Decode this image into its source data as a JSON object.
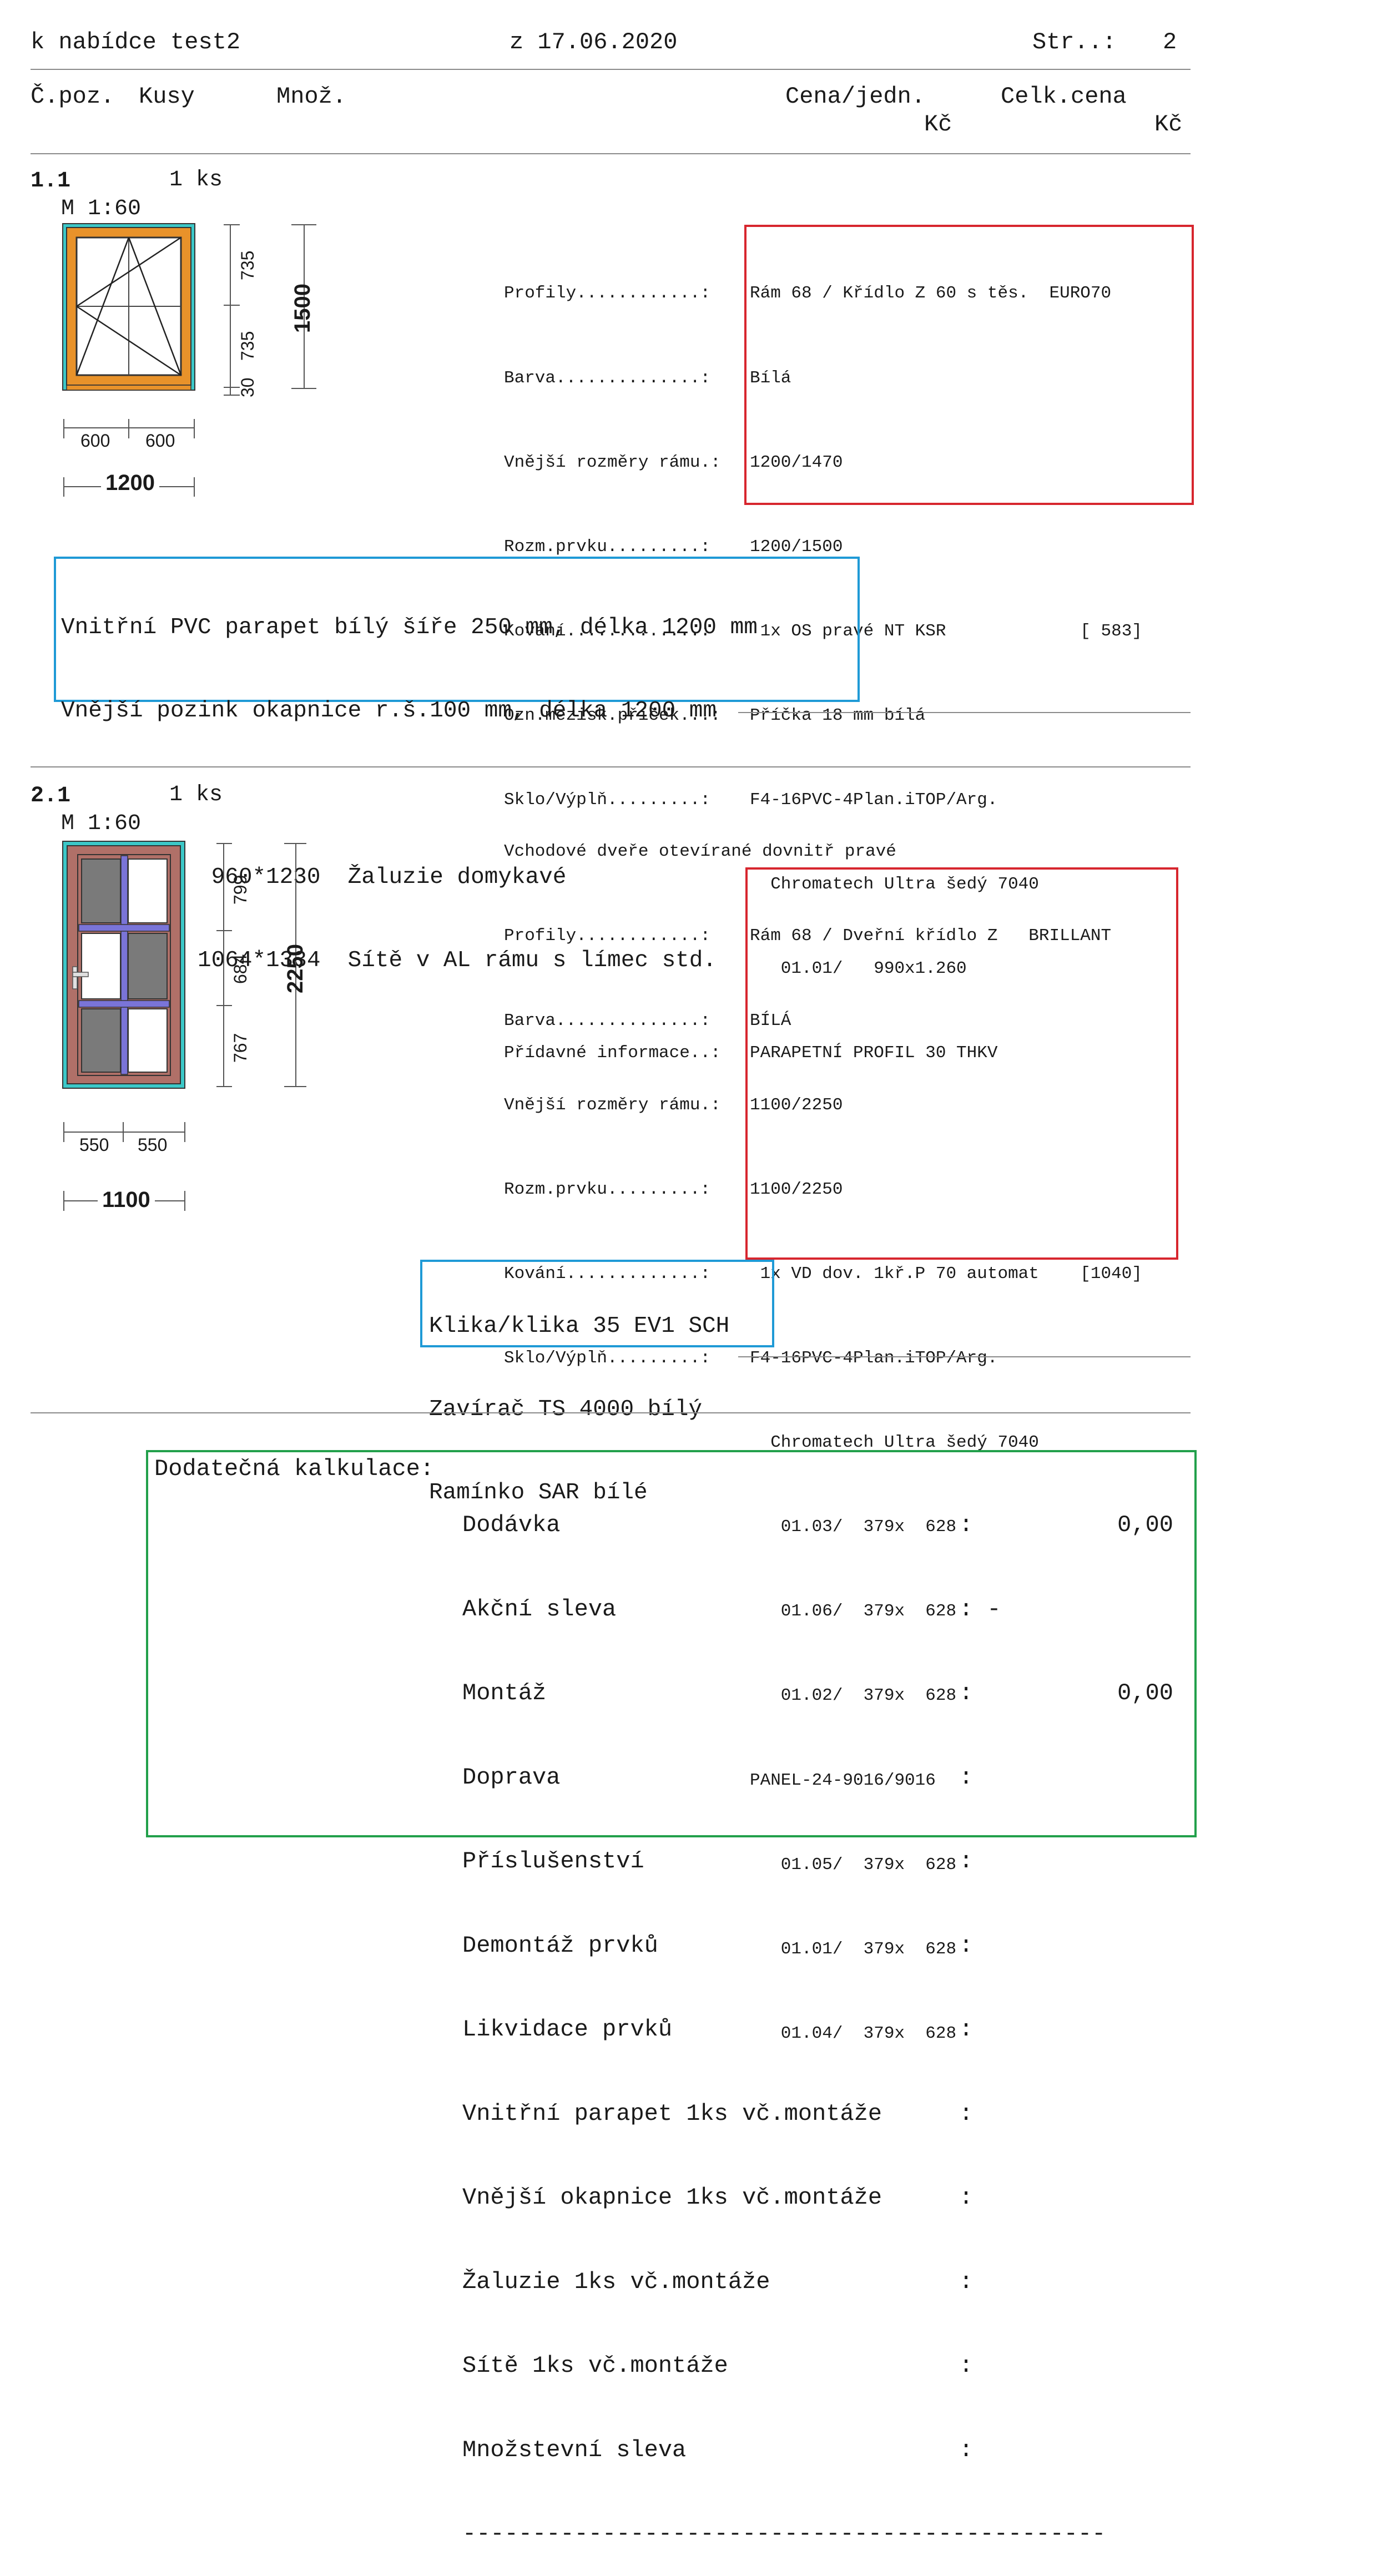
{
  "header": {
    "offer": "k nabídce test2",
    "date": "z 17.06.2020",
    "page_label": "Str..:",
    "page_number": "2"
  },
  "columns": {
    "pos": "Č.poz.",
    "pieces": "Kusy",
    "quantity": "Množ.",
    "unit_price": "Cena/jedn.",
    "unit_price_currency": "Kč",
    "total_price": "Celk.cena",
    "total_price_currency": "Kč"
  },
  "items": [
    {
      "pos": "1.1",
      "qty": "1 ks",
      "scale": "M 1:60",
      "dims": {
        "top": "735",
        "bottom": "735",
        "sill": "30",
        "height": "1500",
        "left": "600",
        "right": "600",
        "width": "1200"
      },
      "specs": [
        {
          "label": "Profily............:",
          "value": "Rám 68 / Křídlo Z 60 s těs.  EURO70"
        },
        {
          "label": "Barva..............:",
          "value": "Bílá"
        },
        {
          "label": "Vnější rozměry rámu.:",
          "value": "1200/1470"
        },
        {
          "label": "Rozm.prvku.........:",
          "value": "1200/1500"
        },
        {
          "label": "Kování.............:",
          "value": " 1x OS pravé NT KSR             [ 583]"
        },
        {
          "label": "Ozn.mezisk.příček...:",
          "value": "Příčka 18 mm bílá"
        },
        {
          "label": "Sklo/Výplň.........:",
          "value": "F4-16PVC-4Plan.iTOP/Arg."
        },
        {
          "label": "",
          "value": "  Chromatech Ultra šedý 7040"
        },
        {
          "label": "",
          "value": "   01.01/   990x1.260"
        },
        {
          "label": "Přídavné informace..:",
          "value": "PARAPETNÍ PROFIL 30 THKV"
        }
      ],
      "notes": [
        "Vnitřní PVC parapet bílý šíře 250 mm, délka 1200 mm",
        "Vnější pozink okapnice r.š.100 mm, délka 1200 mm",
        "",
        "           960*1230  Žaluzie domykavé",
        "          1064*1334  Sítě v AL rámu s límec std."
      ]
    },
    {
      "pos": "2.1",
      "qty": "1 ks",
      "scale": "M 1:60",
      "title": "Vchodové dveře otevírané dovnitř pravé",
      "dims": {
        "top": "799",
        "middle": "684",
        "bottom": "767",
        "height": "2250",
        "left": "550",
        "right": "550",
        "width": "1100"
      },
      "specs": [
        {
          "label": "Profily............:",
          "value": "Rám 68 / Dveřní křídlo Z   BRILLANT"
        },
        {
          "label": "Barva..............:",
          "value": "BÍLÁ"
        },
        {
          "label": "Vnější rozměry rámu.:",
          "value": "1100/2250"
        },
        {
          "label": "Rozm.prvku.........:",
          "value": "1100/2250"
        },
        {
          "label": "Kování.............:",
          "value": " 1x VD dov. 1kř.P 70 automat    [1040]"
        },
        {
          "label": "Sklo/Výplň.........:",
          "value": "F4-16PVC-4Plan.iTOP/Arg."
        },
        {
          "label": "",
          "value": "  Chromatech Ultra šedý 7040"
        },
        {
          "label": "",
          "value": "   01.03/  379x  628"
        },
        {
          "label": "",
          "value": "   01.06/  379x  628"
        },
        {
          "label": "",
          "value": "   01.02/  379x  628"
        },
        {
          "label": "",
          "value": "PANEL-24-9016/9016"
        },
        {
          "label": "",
          "value": "   01.05/  379x  628"
        },
        {
          "label": "",
          "value": "   01.01/  379x  628"
        },
        {
          "label": "",
          "value": "   01.04/  379x  628"
        }
      ],
      "notes": [
        "Klika/klika 35 EV1 SCH",
        "Zavírač TS 4000 bílý",
        "Ramínko SAR bílé"
      ]
    }
  ],
  "calculation": {
    "title": "Dodatečná kalkulace:",
    "rows": [
      {
        "label": "Dodávka",
        "sep": ":",
        "value": "0,00"
      },
      {
        "label": "Akční sleva",
        "sep": ": -",
        "value": ""
      },
      {
        "label": "Montáž",
        "sep": ":",
        "value": "0,00"
      },
      {
        "label": "Doprava",
        "sep": ":",
        "value": ""
      },
      {
        "label": "Příslušenství",
        "sep": ":",
        "value": ""
      },
      {
        "label": "Demontáž prvků",
        "sep": ":",
        "value": ""
      },
      {
        "label": "Likvidace prvků",
        "sep": ":",
        "value": ""
      },
      {
        "label": "Vnitřní parapet 1ks vč.montáže",
        "sep": ":",
        "value": ""
      },
      {
        "label": "Vnější okapnice 1ks vč.montáže",
        "sep": ":",
        "value": ""
      },
      {
        "label": "Žaluzie 1ks vč.montáže",
        "sep": ":",
        "value": ""
      },
      {
        "label": "Sítě 1ks vč.montáže",
        "sep": ":",
        "value": ""
      },
      {
        "label": "Množstevní sleva",
        "sep": ":",
        "value": ""
      }
    ],
    "divider": "----------------------------------------------"
  },
  "colors": {
    "spec_box": "#d7262e",
    "note_box": "#1f9ad6",
    "calc_box": "#22a04b",
    "window_frame": "#e8922a",
    "window_outer": "#3cc8c8",
    "door_frame": "#b07068",
    "door_bar": "#7a74d8"
  }
}
